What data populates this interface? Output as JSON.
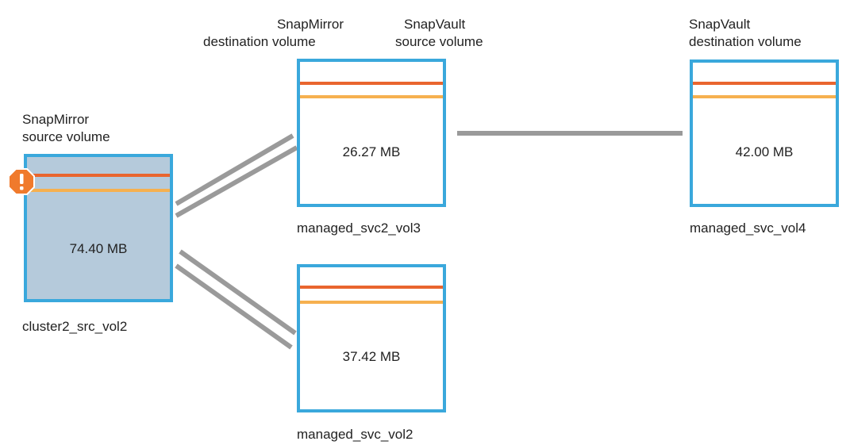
{
  "colors": {
    "volume_border": "#3aa8dc",
    "source_fill": "#b5cadb",
    "critical_threshold": "#e9652e",
    "nearly_full_threshold": "#f6b04f",
    "relationship_line": "#9a9a9a",
    "warning": "#f07a2c"
  },
  "volumes": {
    "src": {
      "role": [
        "SnapMirror",
        "source volume"
      ],
      "size": "74.40 MB",
      "name": "cluster2_src_vol2",
      "status_icon": "warning-icon"
    },
    "vol3": {
      "role_left": [
        "SnapMirror",
        "destination volume"
      ],
      "role_right": [
        "SnapVault",
        "source volume"
      ],
      "size": "26.27 MB",
      "name": "managed_svc2_vol3"
    },
    "vol4": {
      "role": [
        "SnapVault",
        "destination volume"
      ],
      "size": "42.00 MB",
      "name": "managed_svc_vol4"
    },
    "vol2": {
      "size": "37.42 MB",
      "name": "managed_svc_vol2"
    }
  }
}
